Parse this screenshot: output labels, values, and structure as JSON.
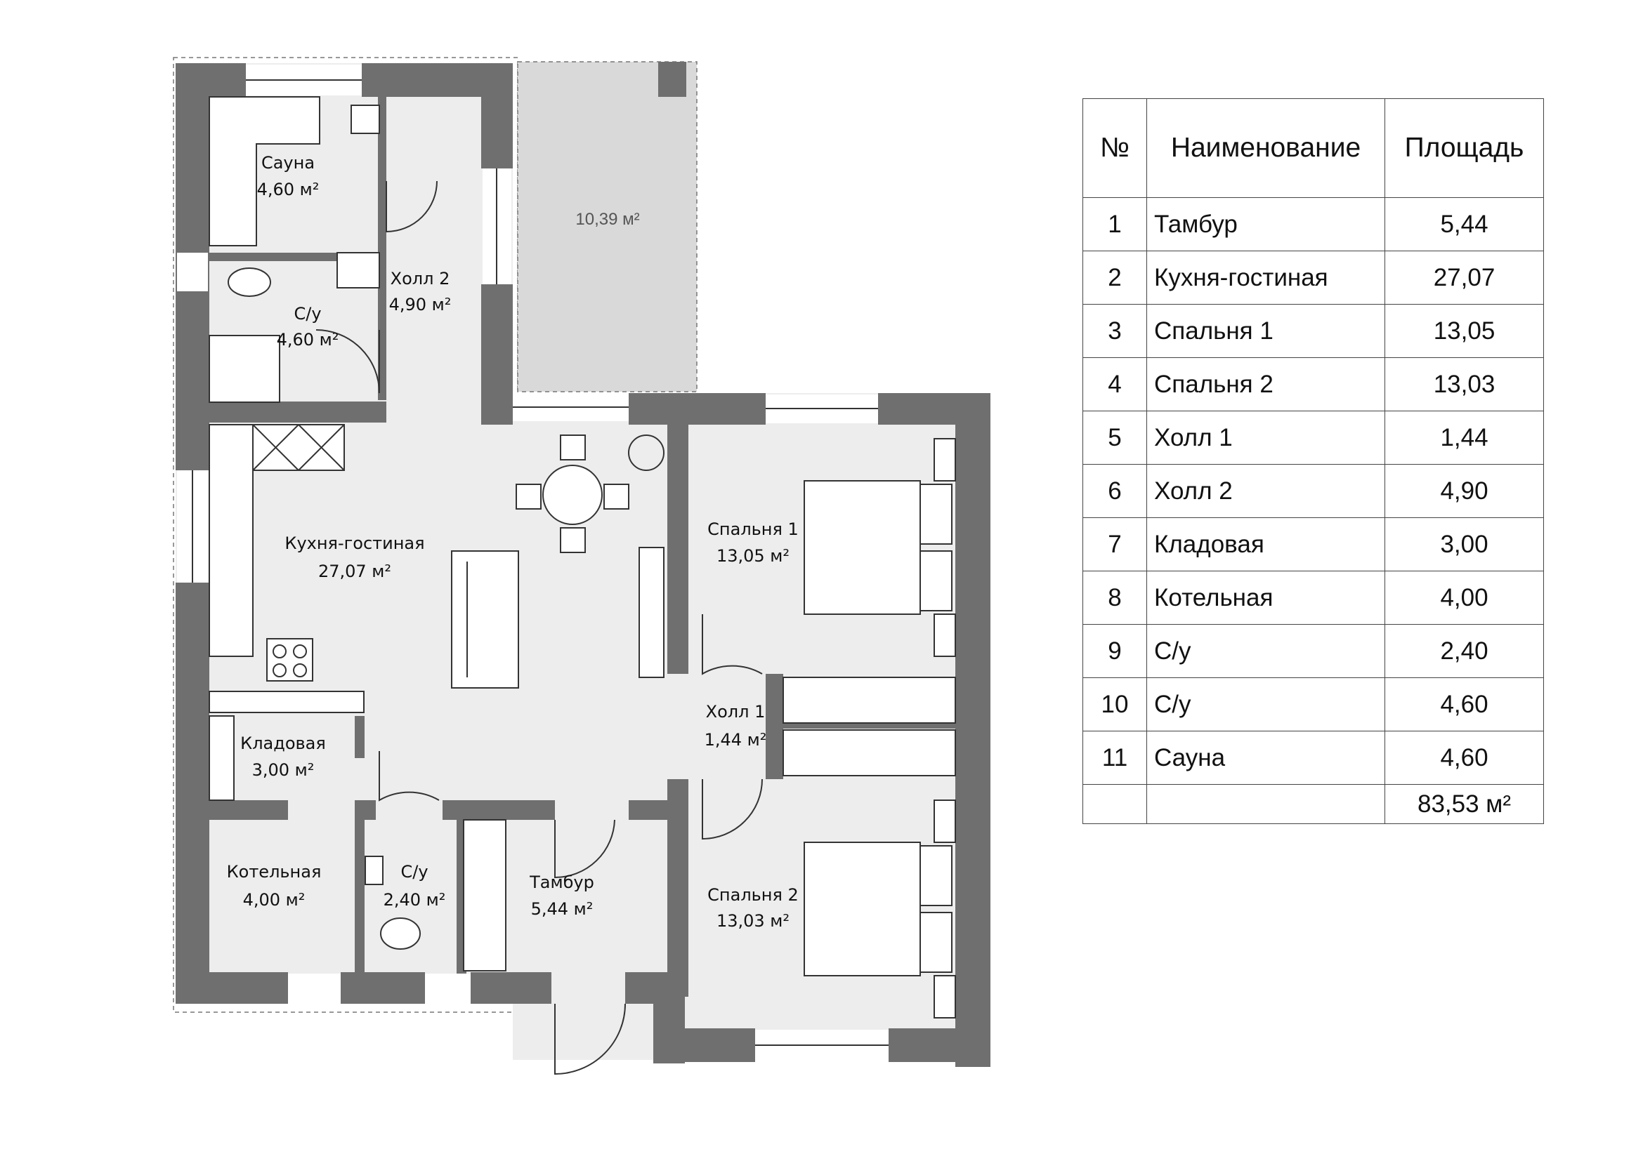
{
  "rooms": {
    "sauna": {
      "name": "Сауна",
      "area": "4,60 м²"
    },
    "wc_big": {
      "name": "С/у",
      "area": "4,60 м²"
    },
    "hall2": {
      "name": "Холл 2",
      "area": "4,90 м²"
    },
    "terrace": {
      "area": "10,39 м²"
    },
    "kitchen": {
      "name": "Кухня-гостиная",
      "area": "27,07 м²"
    },
    "bed1": {
      "name": "Спальня 1",
      "area": "13,05 м²"
    },
    "hall1": {
      "name": "Холл 1",
      "area": "1,44 м²"
    },
    "pantry": {
      "name": "Кладовая",
      "area": "3,00 м²"
    },
    "boiler": {
      "name": "Котельная",
      "area": "4,00 м²"
    },
    "wc_small": {
      "name": "С/у",
      "area": "2,40 м²"
    },
    "tambur": {
      "name": "Тамбур",
      "area": "5,44 м²"
    },
    "bed2": {
      "name": "Спальня 2",
      "area": "13,03 м²"
    }
  },
  "schedule": {
    "headers": {
      "num": "№",
      "name": "Наименование",
      "area": "Площадь"
    },
    "rows": [
      {
        "num": "1",
        "name": "Тамбур",
        "area": "5,44"
      },
      {
        "num": "2",
        "name": "Кухня-гостиная",
        "area": "27,07"
      },
      {
        "num": "3",
        "name": "Спальня 1",
        "area": "13,05"
      },
      {
        "num": "4",
        "name": "Спальня 2",
        "area": "13,03"
      },
      {
        "num": "5",
        "name": "Холл 1",
        "area": "1,44"
      },
      {
        "num": "6",
        "name": "Холл 2",
        "area": "4,90"
      },
      {
        "num": "7",
        "name": "Кладовая",
        "area": "3,00"
      },
      {
        "num": "8",
        "name": "Котельная",
        "area": "4,00"
      },
      {
        "num": "9",
        "name": "С/у",
        "area": "2,40"
      },
      {
        "num": "10",
        "name": "С/у",
        "area": "4,60"
      },
      {
        "num": "11",
        "name": "Сауна",
        "area": "4,60"
      }
    ],
    "total": "83,53 м²"
  },
  "colors": {
    "wall": "#6f6f6f",
    "floor": "#ededed",
    "terrace": "#d9d9d9"
  }
}
